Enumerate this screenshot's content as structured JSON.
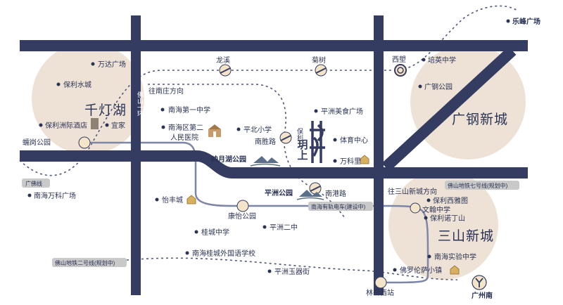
{
  "districts": {
    "qiandeng_lake": "千灯湖",
    "guanggang_new_town": "广钢新城",
    "sanshan_new_town": "三山新城"
  },
  "pois": {
    "wanda_plaza": "万达广场",
    "poly_shuicheng": "保利水城",
    "poly_hotel": "保利洲际酒店",
    "yijia": "宜家",
    "leigang_park": "蠕岗公园",
    "foshan_huan": "佛山一环",
    "towards_nanzhuang": "往南庄方向",
    "nanhai_no1_middle": "南海第一中学",
    "nanhai_no2_hospital_l1": "南海区第二",
    "nanhai_no2_hospital_l2": "人民医院",
    "pingbei_primary": "平北小学",
    "yingyue_lake_park": "映月湖公园",
    "pingzhou_food_plaza": "平洲美食广场",
    "sports_center": "体育中心",
    "vanke_li": "万科里",
    "nansheng_road": "南胜路",
    "longxi": "龙溪",
    "jushu": "菊树",
    "xisu": "西塱",
    "peiying_middle": "培英中学",
    "guanggang_park": "广钢公园",
    "lefeng_plaza": "乐峰广场",
    "foguang_line": "广佛线",
    "nanhai_vanke_plaza": "南海万科广场",
    "yifeng_city": "怡丰城",
    "kangyi_park": "康怡公园",
    "pingzhou_park": "平洲公园",
    "nangang_road": "南港路",
    "towards_sanshan": "往三山新城方向",
    "guicheng_middle": "桂城中学",
    "pingzhou_no2_middle": "平洲二中",
    "nanhai_guicheng_foreign": "南海桂城外国语学校",
    "pingzhou_yuqi_street": "平洲玉器街",
    "poly_xiya_mansion": "保利西雅图",
    "wenhan_middle": "文翰中学",
    "poly_nuodingshan": "保利诺丁山",
    "nanhai_experimental_middle": "南海实验中学",
    "florence_town": "佛罗伦萨小镇",
    "linyue_west_station": "林岳西站",
    "guangzhou_south": "广州南"
  },
  "transit_labels": {
    "metro_line7": "佛山地铁七号线(规划中)",
    "tram": "南海有轨电车(建设中)",
    "metro_line2": "佛山地铁二号线(规划中)"
  },
  "project": {
    "logo_text": "保利 玥上 玥",
    "logo_brand": "保利",
    "logo_name": "玥上"
  },
  "colors": {
    "road": "#343c62",
    "district_circle": "#eee2d6",
    "text": "#2a3355",
    "label_box": "#c9c9c9",
    "tram_line": "#7e86a8",
    "metro_dots": "#4f5777",
    "station_fill": "#f4e4c9",
    "water": "#5a6f8a",
    "house_icon": "#d8b060"
  }
}
